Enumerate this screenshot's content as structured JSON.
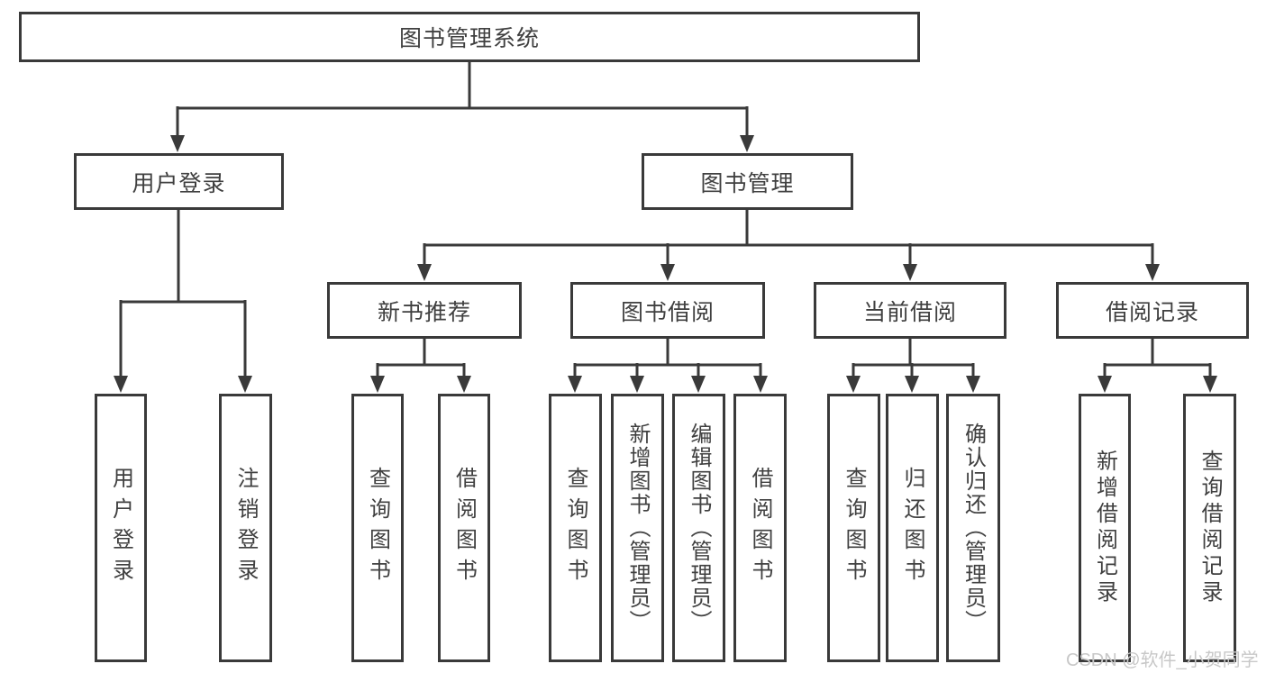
{
  "diagram": {
    "root": "图书管理系统",
    "level2": [
      "用户登录",
      "图书管理"
    ],
    "level3": [
      "新书推荐",
      "图书借阅",
      "当前借阅",
      "借阅记录"
    ],
    "leaves_user": [
      "用户登录",
      "注销登录"
    ],
    "leaves_newbook": [
      "查询图书",
      "借阅图书"
    ],
    "leaves_borrow": [
      "查询图书",
      "新增图书（管理员）",
      "编辑图书（管理员）",
      "借阅图书"
    ],
    "leaves_current": [
      "查询图书",
      "归还图书",
      "确认归还（管理员）"
    ],
    "leaves_record": [
      "新增借阅记录",
      "查询借阅记录"
    ]
  },
  "watermark": "CSDN @软件_小贺同学",
  "colors": {
    "line": "#3a3a3a",
    "border": "#3a3a3a",
    "text": "#404040",
    "background": "#ffffff",
    "watermark": "#c8c8c8"
  }
}
